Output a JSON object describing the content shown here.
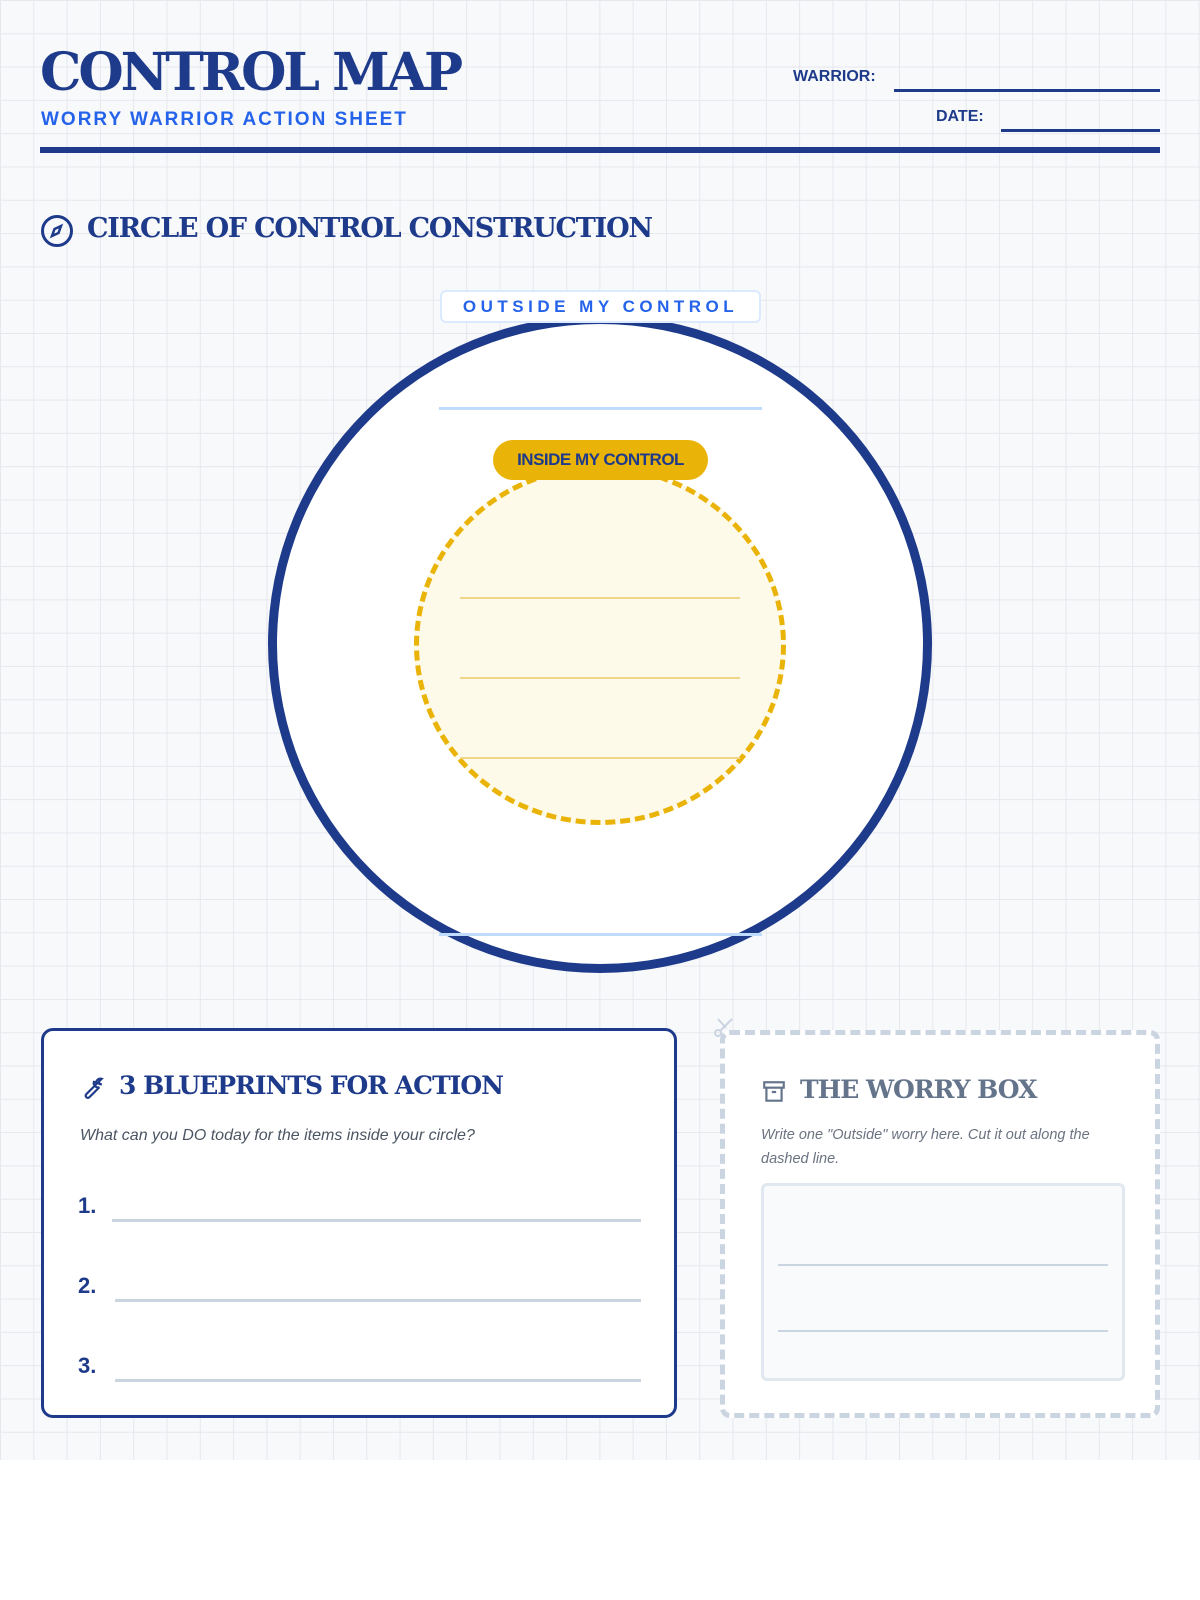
{
  "header": {
    "title": "CONTROL MAP",
    "subtitle": "WORRY WARRIOR ACTION SHEET",
    "warrior_label": "WARRIOR:",
    "date_label": "DATE:"
  },
  "section": {
    "title": "CIRCLE OF CONTROL CONSTRUCTION"
  },
  "circle": {
    "outside_label": "OUTSIDE MY CONTROL",
    "inside_label": "INSIDE MY CONTROL"
  },
  "blueprints": {
    "title": "3 BLUEPRINTS FOR ACTION",
    "prompt": "What can you DO today for the items inside your circle?",
    "items": [
      "1.",
      "2.",
      "3."
    ]
  },
  "worry_box": {
    "title": "THE WORRY BOX",
    "prompt": "Write one \"Outside\" worry here. Cut it out along the dashed line."
  },
  "colors": {
    "navy": "#1e3a8a",
    "blue": "#2563eb",
    "yellow": "#eab308"
  }
}
